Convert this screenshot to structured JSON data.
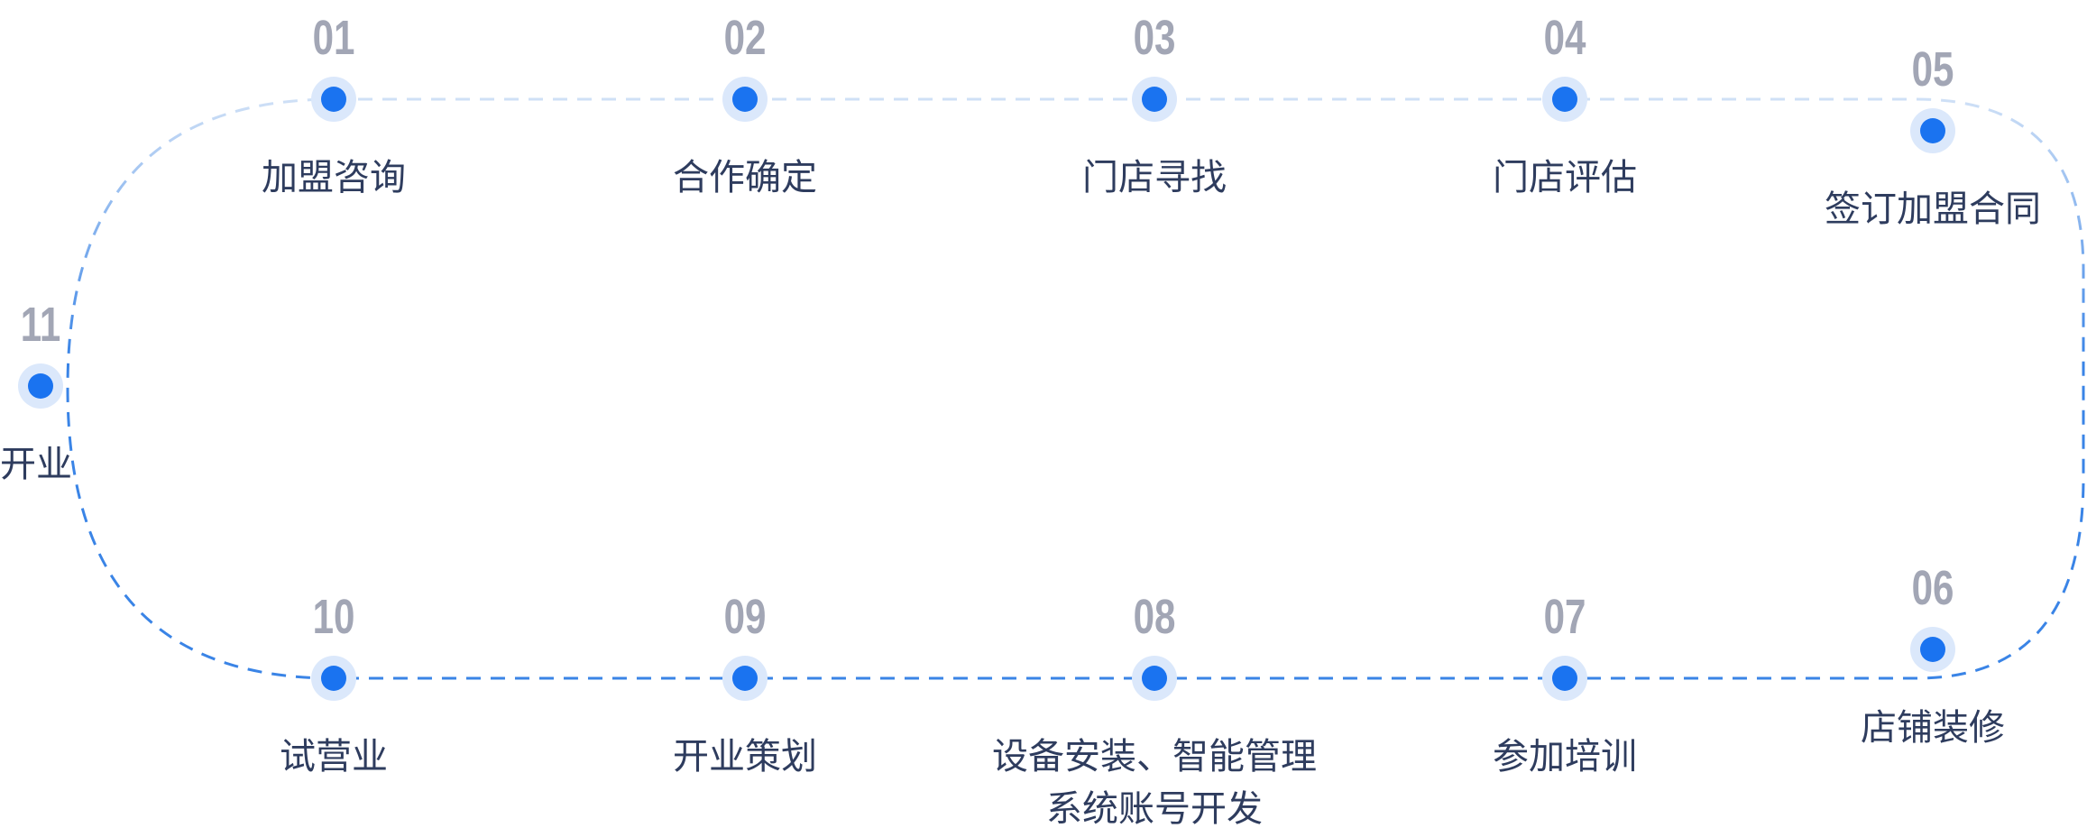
{
  "colors": {
    "accent": "#1a73f0",
    "halo": "#dbe8fb",
    "number": "#a2a6b5",
    "label": "#2e3c5e",
    "track_light": "#cfe0f6",
    "track_dark": "#3a84e6"
  },
  "steps": [
    {
      "num": "01",
      "label": [
        "加盟咨询"
      ]
    },
    {
      "num": "02",
      "label": [
        "合作确定"
      ]
    },
    {
      "num": "03",
      "label": [
        "门店寻找"
      ]
    },
    {
      "num": "04",
      "label": [
        "门店评估"
      ]
    },
    {
      "num": "05",
      "label": [
        "签订加盟合同"
      ]
    },
    {
      "num": "06",
      "label": [
        "店铺装修"
      ]
    },
    {
      "num": "07",
      "label": [
        "参加培训"
      ]
    },
    {
      "num": "08",
      "label": [
        "设备安装、智能管理",
        "系统账号开发"
      ]
    },
    {
      "num": "09",
      "label": [
        "开业策划"
      ]
    },
    {
      "num": "10",
      "label": [
        "试营业"
      ]
    },
    {
      "num": "11",
      "label": [
        "开业"
      ]
    }
  ]
}
